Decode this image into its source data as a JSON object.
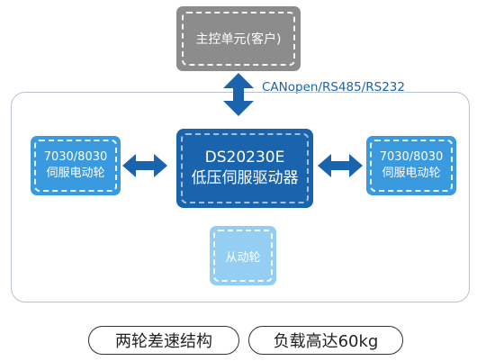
{
  "main_unit": {
    "label": "主控单元(客户)"
  },
  "protocol": {
    "label": "CANopen/RS485/RS232"
  },
  "driver": {
    "line1": "DS20230E",
    "line2": "低压伺服驱动器"
  },
  "motor_left": {
    "line1": "7030/8030",
    "line2": "伺服电动轮"
  },
  "motor_right": {
    "line1": "7030/8030",
    "line2": "伺服电动轮"
  },
  "driven_wheel": {
    "label": "从动轮"
  },
  "tags": {
    "structure": "两轮差速结构",
    "load": "负载高达60kg"
  },
  "colors": {
    "main_unit": "#8c8c8c",
    "driver": "#1a63ad",
    "motor": "#3a9ae0",
    "driven_wheel": "#94cef2",
    "arrow": "#1a63ad"
  }
}
